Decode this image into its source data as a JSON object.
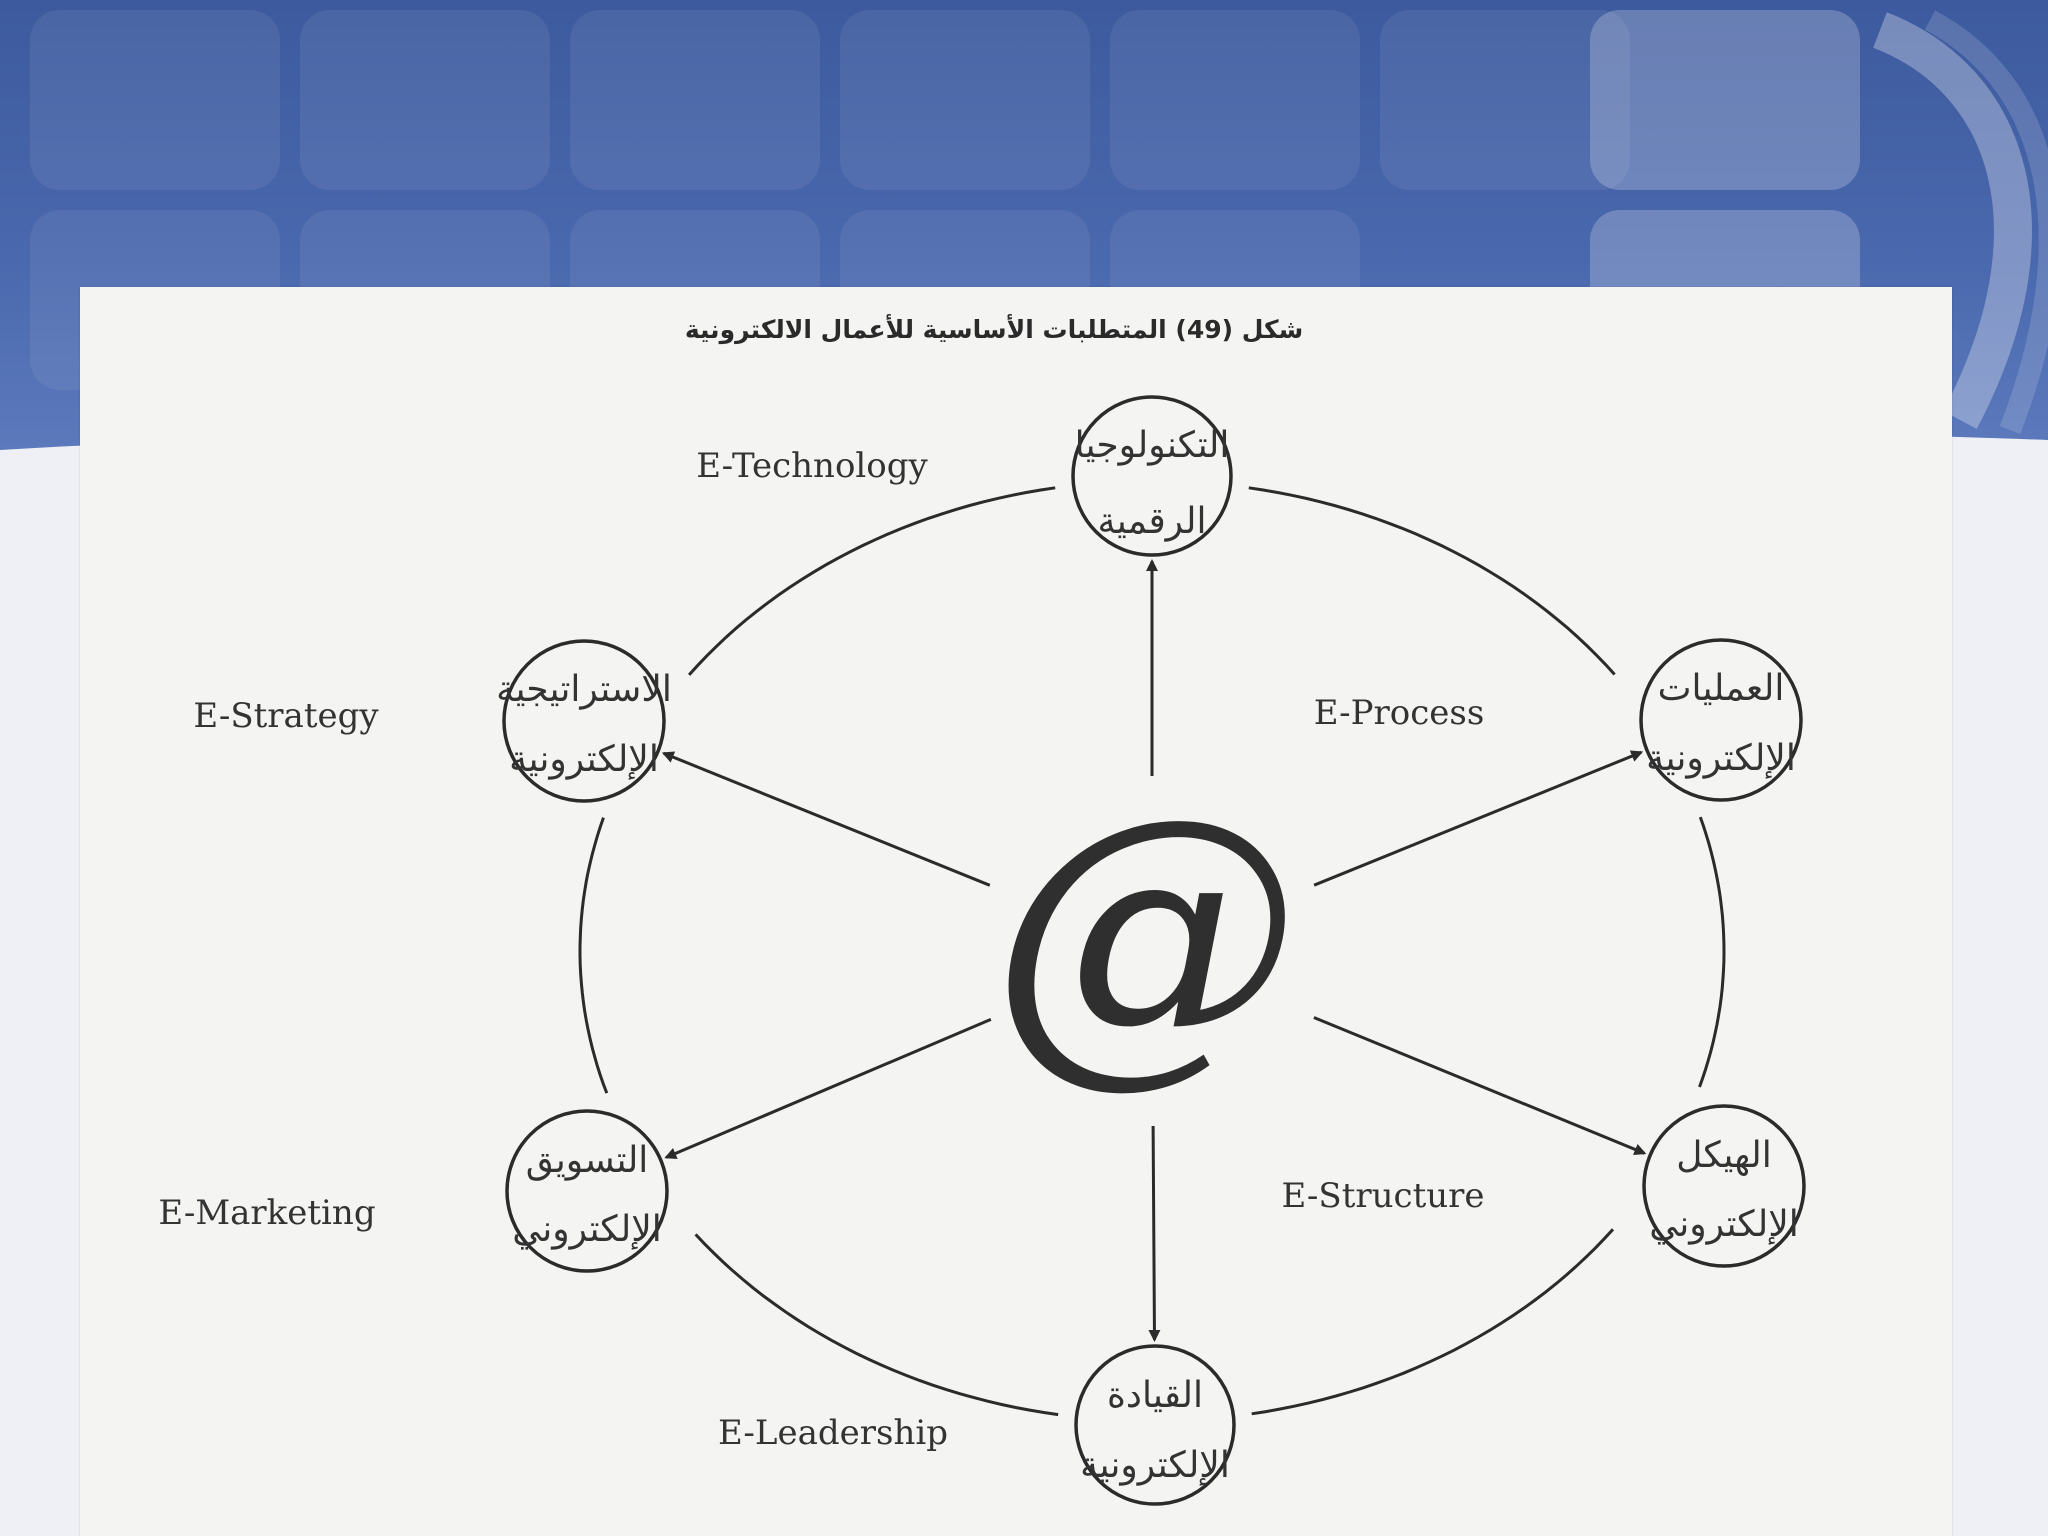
{
  "slide": {
    "banner_color": "#4864a8",
    "panel_color": "#f4f4f2"
  },
  "figure": {
    "caption": "شكل (49) المتطلبات الأساسية للأعمال الالكترونية",
    "center_symbol": "@",
    "center_icon": "at-sign-icon",
    "nodes": [
      {
        "id": "technology",
        "ar_line1": "التكنولوجيا",
        "ar_line2": "الرقمية",
        "en": "E-Technology"
      },
      {
        "id": "process",
        "ar_line1": "العمليات",
        "ar_line2": "الإلكترونية",
        "en": "E-Process"
      },
      {
        "id": "structure",
        "ar_line1": "الهيكل",
        "ar_line2": "الإلكتروني",
        "en": "E-Structure"
      },
      {
        "id": "leadership",
        "ar_line1": "القيادة",
        "ar_line2": "الإلكترونية",
        "en": "E-Leadership"
      },
      {
        "id": "marketing",
        "ar_line1": "التسويق",
        "ar_line2": "الإلكتروني",
        "en": "E-Marketing"
      },
      {
        "id": "strategy",
        "ar_line1": "الاستراتيجية",
        "ar_line2": "الإلكترونية",
        "en": "E-Strategy"
      }
    ]
  }
}
